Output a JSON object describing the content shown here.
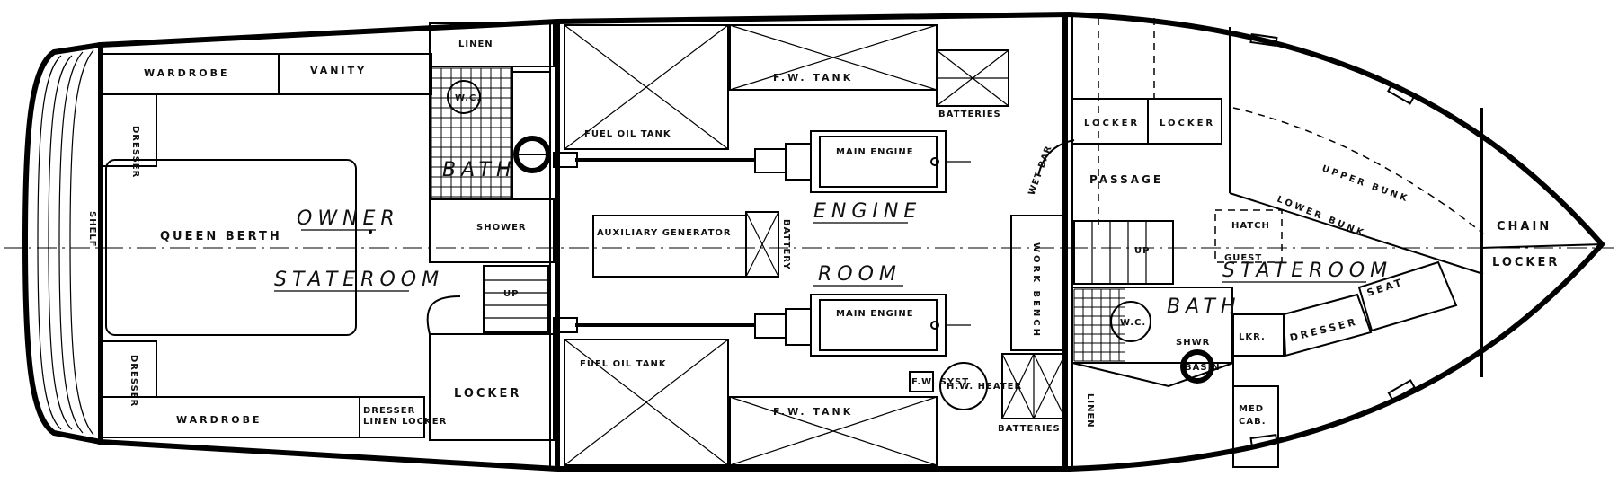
{
  "drawing": {
    "aft_cabin": {
      "wardrobe_top": "WARDROBE",
      "vanity": "VANITY",
      "dresser": "DRESSER",
      "queen_berth": "QUEEN BERTH",
      "owner": "OWNER",
      "stateroom": "STATEROOM",
      "shelf": "SHELF",
      "wardrobe_bottom": "WARDROBE",
      "dresser_lower": "DRESSER",
      "dresser_fine": "DRESSER",
      "linen_locker": "LINEN LOCKER",
      "bath": "BATH",
      "wc": "W.C.",
      "shower": "SHOWER",
      "linen": "LINEN",
      "locker": "LOCKER",
      "up": "UP"
    },
    "engine_room": {
      "fw_tank_top": "F.W. TANK",
      "batteries_top": "BATTERIES",
      "fuel_oil_tank_top": "FUEL OIL TANK",
      "main_engine_top": "MAIN ENGINE",
      "engine": "ENGINE",
      "room": "ROOM",
      "aux_generator": "AUXILIARY GENERATOR",
      "battery": "BATTERY",
      "main_engine_bottom": "MAIN ENGINE",
      "fuel_oil_tank_bottom": "FUEL OIL TANK",
      "fw_tank_bottom": "F.W. TANK",
      "fw_system": "F.W. SYST.",
      "hw_heater": "H.W. HEATER",
      "batteries_bottom": "BATTERIES",
      "work_bench": "WORK BENCH"
    },
    "forward": {
      "locker_a": "LOCKER",
      "locker_b": "LOCKER",
      "passage": "PASSAGE",
      "wet_bar": "WET BAR",
      "guest": "GUEST",
      "stateroom": "STATEROOM",
      "upper_bunk": "UPPER BUNK",
      "lower_bunk": "LOWER BUNK",
      "hatch": "HATCH",
      "bath": "BATH",
      "wc": "W.C.",
      "shower": "SHWR",
      "basin": "BASIN",
      "up": "UP",
      "lkr": "LKR.",
      "dresser": "DRESSER",
      "seat": "SEAT",
      "med_cab_1": "MED",
      "med_cab_2": "CAB.",
      "linen": "LINEN",
      "chain": "CHAIN",
      "locker_chain": "LOCKER"
    }
  }
}
